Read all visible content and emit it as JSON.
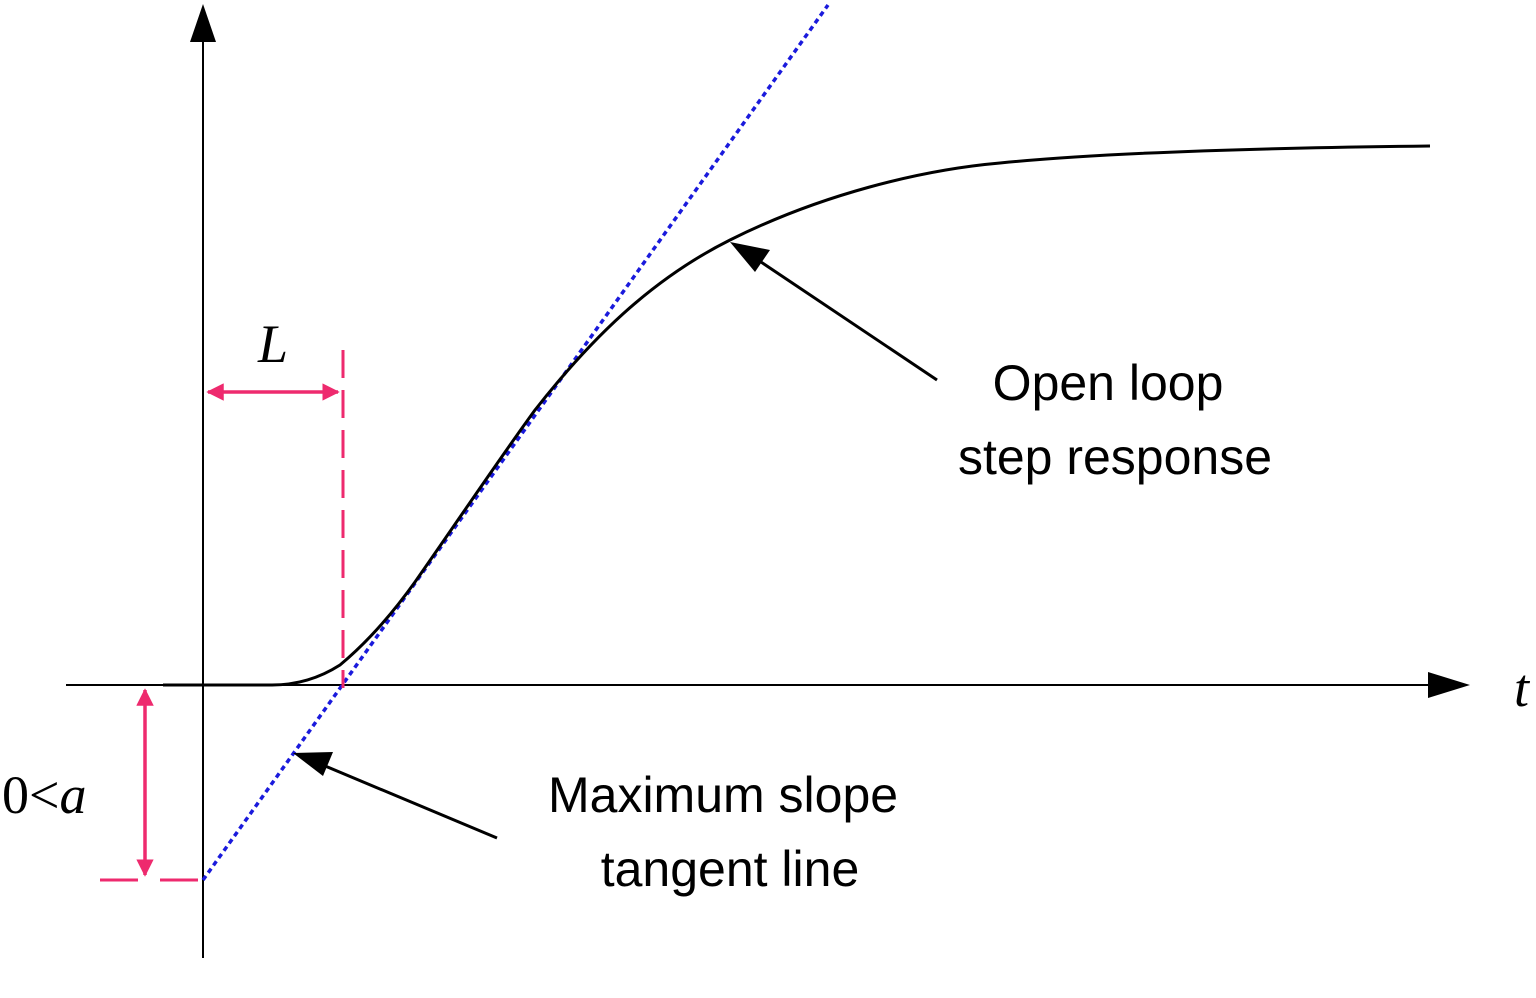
{
  "labels": {
    "time_axis": "t",
    "delay": "L",
    "intercept_zero": "0<",
    "intercept_var": "a",
    "response_line1": "Open loop",
    "response_line2": "step response",
    "tangent_line1": "Maximum slope",
    "tangent_line2": "tangent line"
  },
  "colors": {
    "curve": "#000000",
    "axes": "#000000",
    "tangent": "#1a1adc",
    "markers": "#ee2a6e"
  },
  "icons": {
    "axis_arrowheads": "triangle-arrowhead",
    "dimension_arrows": "double-headed-arrow",
    "pointer_arrows": "arrow-pointer"
  }
}
